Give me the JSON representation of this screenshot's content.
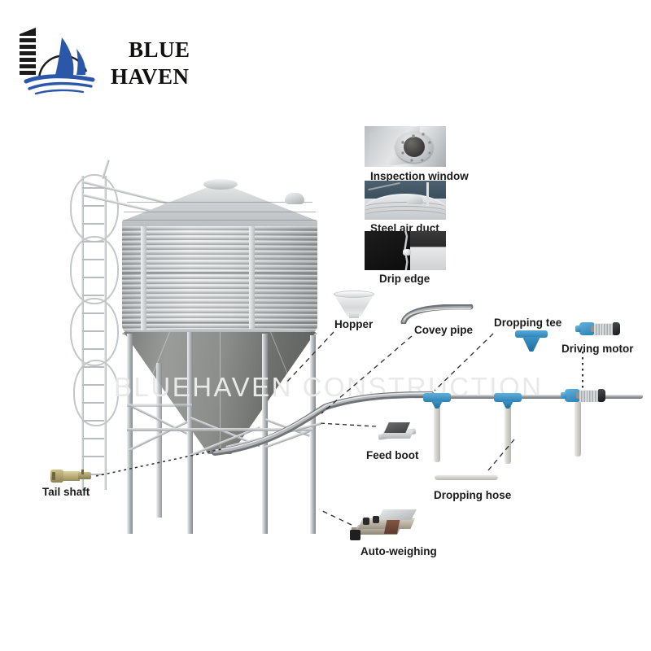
{
  "brand": {
    "line1": "BLUE",
    "line2": "HAVEN",
    "logo_icon": "sailboat-logo-icon"
  },
  "watermark": {
    "text": "BLUEHAVEN CONSTRUCTION"
  },
  "detail_callouts": [
    {
      "id": "inspection-window",
      "label": "Inspection window",
      "photo": "silo-inspection-window-flange-photo"
    },
    {
      "id": "steel-air-duct",
      "label": "Steel air duct",
      "photo": "silo-roof-air-duct-photo"
    },
    {
      "id": "drip-edge",
      "label": "Drip edge",
      "photo": "silo-drip-edge-photo"
    }
  ],
  "components": [
    {
      "id": "hopper",
      "label": "Hopper",
      "icon": "hopper-funnel-icon"
    },
    {
      "id": "covey-pipe",
      "label": "Covey pipe",
      "icon": "curved-conveyor-pipe-icon"
    },
    {
      "id": "dropping-tee",
      "label": "Dropping tee",
      "icon": "blue-tee-fitting-icon"
    },
    {
      "id": "driving-motor",
      "label": "Driving motor",
      "icon": "blue-gear-motor-icon"
    },
    {
      "id": "feed-boot",
      "label": "Feed boot",
      "icon": "feed-boot-icon"
    },
    {
      "id": "dropping-hose",
      "label": "Dropping hose",
      "icon": "flexible-hose-icon"
    },
    {
      "id": "auto-weighing",
      "label": "Auto-weighing",
      "icon": "load-cell-weighing-icon"
    },
    {
      "id": "tail-shaft",
      "label": "Tail shaft",
      "icon": "tail-shaft-icon"
    }
  ],
  "main_subject": {
    "name": "galvanized-feed-silo",
    "parts": [
      "conical-roof",
      "corrugated-steel-body",
      "hopper-cone",
      "support-legs",
      "caged-access-ladder"
    ]
  },
  "colors": {
    "brand_blue": "#1b4f9c",
    "accent_blue": "#2c81b4",
    "tee_blue": "#3d93c6",
    "steel_light": "#e8eaeb",
    "steel_mid": "#aeb2b5",
    "steel_dark": "#6e706d",
    "watermark_gray": "#e9e9e9",
    "text_dark": "#1a1a1a",
    "background": "#ffffff"
  }
}
